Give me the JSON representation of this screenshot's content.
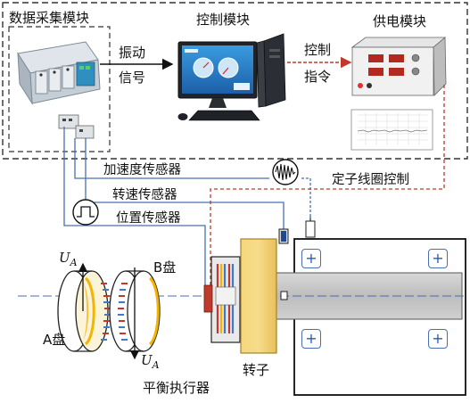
{
  "modules": {
    "data_acquisition": "数据采集模块",
    "control": "控制模块",
    "power_supply": "供电模块"
  },
  "signals": {
    "vibration_line1": "振动",
    "vibration_line2": "信号",
    "control_cmd_line1": "控制",
    "control_cmd_line2": "指令",
    "stator_coil_control": "定子线圈控制"
  },
  "sensors": {
    "accelerometer": "加速度传感器",
    "speed_sensor": "转速传感器",
    "position_sensor": "位置传感器"
  },
  "mechanics": {
    "disk_a": "A盘",
    "disk_b": "B盘",
    "rotor": "转子",
    "balancing_actuator": "平衡执行器",
    "voltage_symbol": "U",
    "voltage_subscript": "A"
  },
  "icons": {
    "data_acquisition_device": "daq-device-icon",
    "computer": "computer-icon",
    "power_supply_unit": "power-supply-icon",
    "waveform_sensor": "waveform-icon",
    "pulse_sensor": "pulse-icon",
    "plus_pad": "plus-icon"
  },
  "colors": {
    "dashed_border": "#333333",
    "sensor_line": "#4a6fb3",
    "control_line": "#c0392b",
    "rotor_block": "#f2cf6b",
    "shaft": "#c8c8c8",
    "housing": "#ffffff"
  }
}
